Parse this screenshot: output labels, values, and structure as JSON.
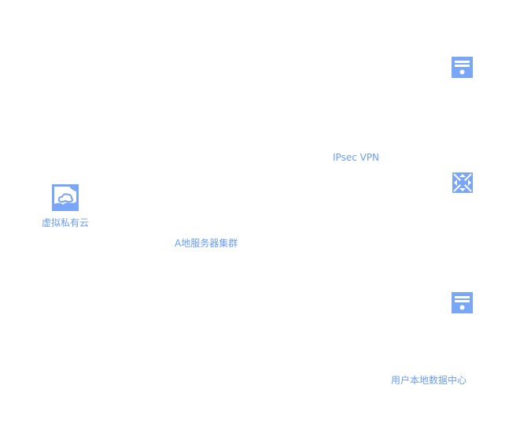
{
  "colors": {
    "accent": "#7aa6f7",
    "label": "#6a9cf0"
  },
  "labels": {
    "vpc": "虚拟私有云",
    "cluster_a": "A地服务器集群",
    "ipsec_vpn": "IPsec VPN",
    "local_dc": "用户本地数据中心"
  },
  "icons": {
    "vpc": "cloud-vpc-icon",
    "server_top": "server-icon",
    "gateway": "vpn-gateway-icon",
    "server_bottom": "server-icon"
  }
}
